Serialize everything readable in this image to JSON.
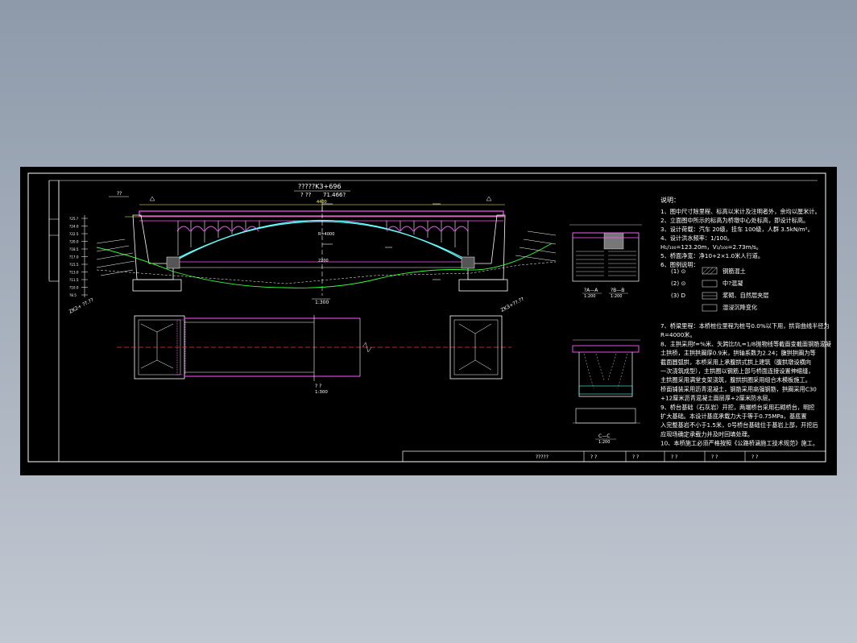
{
  "drawing": {
    "station_title": "?????K3+696",
    "sub_title_a": "? ??",
    "sub_title_b": "71.466?",
    "left_top_tag": "??",
    "main_scale": "1:300",
    "plan_label": "? ?",
    "plan_scale": "1:300",
    "left_slope": "ZK2+ ??.??",
    "right_slope": "ZK3+??.??",
    "span_total": "4400",
    "span_half": "2200",
    "arch_label": "R=4000",
    "section_a": "?A—A",
    "section_b": "?B—B",
    "section_a_scale": "1:200",
    "section_b_scale": "1:200",
    "section_c": "C—C",
    "section_c_scale": "1:200",
    "elev_values": [
      "?25.?",
      "?24.0",
      "?22.5",
      "?20.0",
      "?18.5",
      "?17.0",
      "?15.5",
      "?13.0",
      "?11.5",
      "?10.0",
      "?8.5"
    ],
    "title_block": [
      "?????",
      "? ?",
      "? ?",
      "? ?",
      "? ?",
      "? ?"
    ]
  },
  "notes": {
    "heading": "说明：",
    "items": [
      "1、图中尺寸除里程、标高以米计及注明者外，余均以厘米计。",
      "2、立面图中所示的标高为桥墩中心处标高，即设计标高。",
      "3、设计荷载：汽车 20级，挂车 100级，人群 3.5kN/m²。",
      "4、设计洪水频率：1/100。",
      "    H₁/₁₀₀=123.20m，V₁/₁₀₀=2.73m/s。",
      "5、桥面净宽：净10+2×1.0米人行道。",
      "6、图例说明："
    ],
    "legend": [
      {
        "key": "(1) ⊙",
        "label": "钢筋混土"
      },
      {
        "key": "(2) ⊙",
        "label": "中?混凝"
      },
      {
        "key": "(3) D",
        "label": "浆砌、自然层夹层"
      },
      {
        "key": "",
        "label": "湿浸沉降变化"
      }
    ],
    "items2": [
      "7、桥梁里程：本桥桩位里程为桩号0.0%以下用，拱背曲线半径为",
      "    R=4000米。",
      "8、主拱采用f=%米、矢跨比f/L=1/8抛物线等截面变截面钢筋混凝",
      "    土拱桥，主拱拱圈厚0.9米，拱轴系数为2.24；腹拱拱圈为等",
      "    截面圆弧拱，本桥采用上承腹拱式拱上建筑（腹拱墩设横向",
      "    一次浇筑成型），主拱圈以钢筋上部与桥面连接设置伸缩缝，",
      "    主拱圈采用满堂支架浇筑，腹拱拱圈采用组合木模板施工。",
      "    桥面铺装采用沥青混凝土，钢筋采用高强钢筋，拱圈采用C30",
      "    +12厘米沥青混凝土面层厚+2厘米防水层。",
      "9、桥台基础（石灰岩）开挖，两端桥台采用石砌桥台，明挖",
      "    扩大基础。本设计基底承载力大于等于0.75MPa，基底置",
      "    入完整基岩不小于1.5米，0号桥台基础位于基岩上部，开挖后",
      "    应现场确定承载力并及时回填处理。",
      "10、本桥施工必须严格按照《公路桥涵施工技术规范》施工。"
    ]
  },
  "colors": {
    "frame": "#ffffff",
    "deck": "#ff55ff",
    "arch": "#66ffff",
    "ground": "#33ff33",
    "center": "#ff3333",
    "dim": "#ffff66"
  }
}
